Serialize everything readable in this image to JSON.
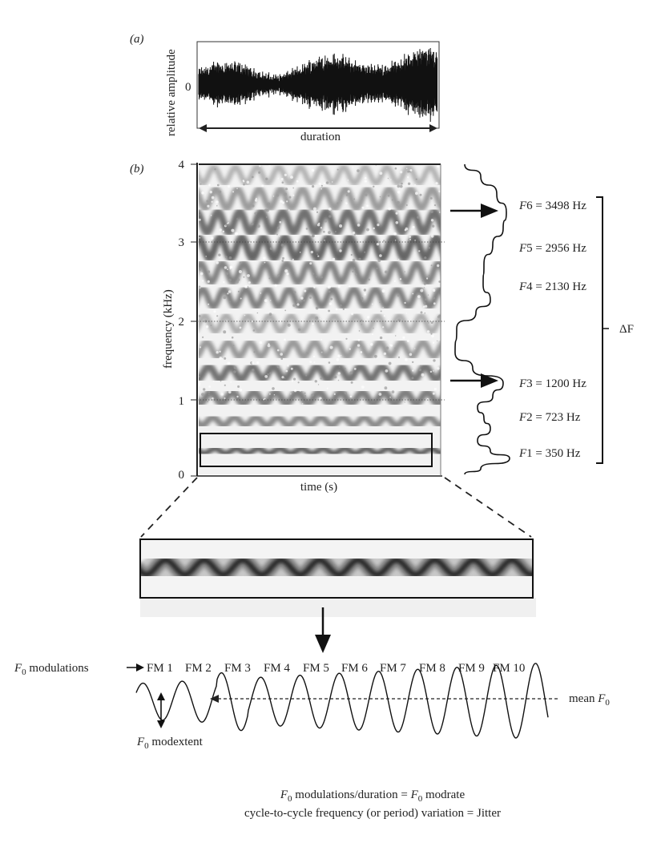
{
  "panel_a": {
    "tag": "(a)",
    "ylabel": "relative amplitude",
    "zero_label": "0",
    "xlabel": "duration"
  },
  "panel_b": {
    "tag": "(b)",
    "ylabel": "frequency (kHz)",
    "xlabel": "time (s)",
    "yticks": [
      "0",
      "1",
      "2",
      "3",
      "4"
    ],
    "delta_label": "ΔF",
    "formants": [
      {
        "sym": "F",
        "sub": "6",
        "text": " = 3498 Hz",
        "hz": 3498
      },
      {
        "sym": "F",
        "sub": "5",
        "text": " = 2956 Hz",
        "hz": 2956
      },
      {
        "sym": "F",
        "sub": "4",
        "text": " = 2130 Hz",
        "hz": 2130
      },
      {
        "sym": "F",
        "sub": "3",
        "text": " = 1200 Hz",
        "hz": 1200
      },
      {
        "sym": "F",
        "sub": "2",
        "text": " = 723 Hz",
        "hz": 723
      },
      {
        "sym": "F",
        "sub": "1",
        "text": " = 350 Hz",
        "hz": 350
      }
    ]
  },
  "modulation": {
    "f0_prefix": "F",
    "f0_sub": "0",
    "modulations_text": " modulations",
    "fm_labels": [
      "FM 1",
      "FM 2",
      "FM 3",
      "FM 4",
      "FM 5",
      "FM 6",
      "FM 7",
      "FM 8",
      "FM 9",
      "FM 10"
    ],
    "mean_text": "mean ",
    "modextent_text": " modextent",
    "formula1_mid": " modulations/duration = ",
    "formula1_end": " modrate",
    "formula2": "cycle-to-cycle frequency (or period) variation = Jitter"
  }
}
